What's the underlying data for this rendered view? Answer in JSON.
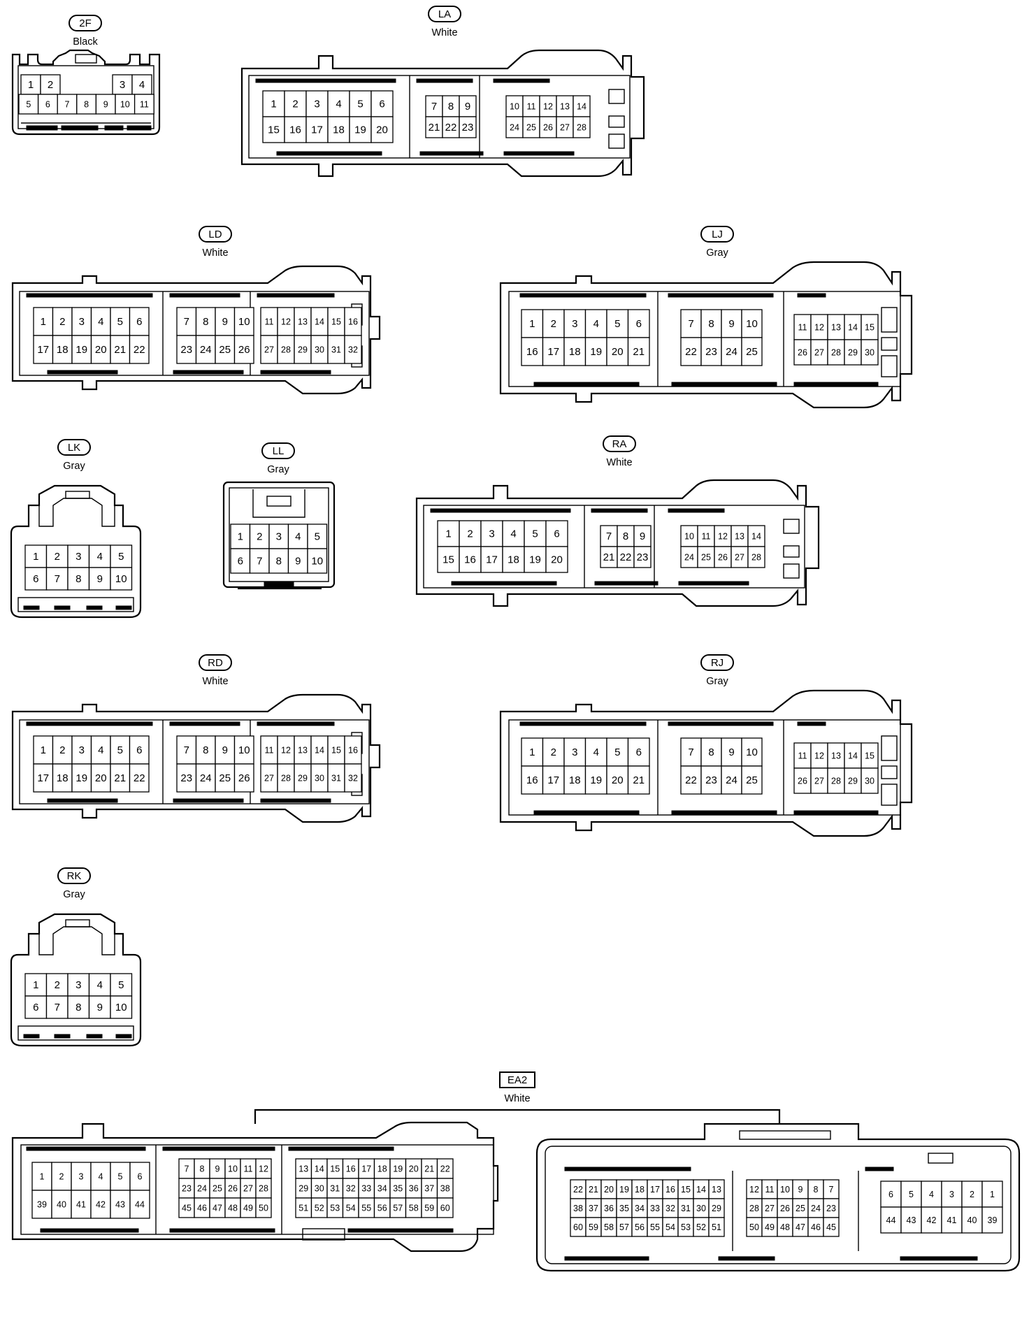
{
  "connectors": [
    {
      "id": "2F",
      "color": "Black",
      "rows": [
        [
          [
            "1",
            "2"
          ],
          [
            "3",
            "4"
          ]
        ],
        [
          [
            "5",
            "6",
            "7",
            "8",
            "9",
            "10",
            "11"
          ]
        ]
      ]
    },
    {
      "id": "LA",
      "color": "White",
      "groups": [
        [
          [
            "1",
            "2",
            "3",
            "4",
            "5",
            "6"
          ],
          [
            "15",
            "16",
            "17",
            "18",
            "19",
            "20"
          ]
        ],
        [
          [
            "7",
            "8",
            "9"
          ],
          [
            "21",
            "22",
            "23"
          ]
        ],
        [
          [
            "10",
            "11",
            "12",
            "13",
            "14"
          ],
          [
            "24",
            "25",
            "26",
            "27",
            "28"
          ]
        ]
      ]
    },
    {
      "id": "LD",
      "color": "White",
      "groups": [
        [
          [
            "1",
            "2",
            "3",
            "4",
            "5",
            "6"
          ],
          [
            "17",
            "18",
            "19",
            "20",
            "21",
            "22"
          ]
        ],
        [
          [
            "7",
            "8",
            "9",
            "10"
          ],
          [
            "23",
            "24",
            "25",
            "26"
          ]
        ],
        [
          [
            "11",
            "12",
            "13",
            "14",
            "15",
            "16"
          ],
          [
            "27",
            "28",
            "29",
            "30",
            "31",
            "32"
          ]
        ]
      ]
    },
    {
      "id": "LJ",
      "color": "Gray",
      "groups": [
        [
          [
            "1",
            "2",
            "3",
            "4",
            "5",
            "6"
          ],
          [
            "16",
            "17",
            "18",
            "19",
            "20",
            "21"
          ]
        ],
        [
          [
            "7",
            "8",
            "9",
            "10"
          ],
          [
            "22",
            "23",
            "24",
            "25"
          ]
        ],
        [
          [
            "11",
            "12",
            "13",
            "14",
            "15"
          ],
          [
            "26",
            "27",
            "28",
            "29",
            "30"
          ]
        ]
      ]
    },
    {
      "id": "LK",
      "color": "Gray",
      "groups": [
        [
          [
            "1",
            "2",
            "3",
            "4",
            "5"
          ],
          [
            "6",
            "7",
            "8",
            "9",
            "10"
          ]
        ]
      ]
    },
    {
      "id": "LL",
      "color": "Gray",
      "groups": [
        [
          [
            "1",
            "2",
            "3",
            "4",
            "5"
          ],
          [
            "6",
            "7",
            "8",
            "9",
            "10"
          ]
        ]
      ]
    },
    {
      "id": "RA",
      "color": "White",
      "groups": [
        [
          [
            "1",
            "2",
            "3",
            "4",
            "5",
            "6"
          ],
          [
            "15",
            "16",
            "17",
            "18",
            "19",
            "20"
          ]
        ],
        [
          [
            "7",
            "8",
            "9"
          ],
          [
            "21",
            "22",
            "23"
          ]
        ],
        [
          [
            "10",
            "11",
            "12",
            "13",
            "14"
          ],
          [
            "24",
            "25",
            "26",
            "27",
            "28"
          ]
        ]
      ]
    },
    {
      "id": "RD",
      "color": "White",
      "groups": [
        [
          [
            "1",
            "2",
            "3",
            "4",
            "5",
            "6"
          ],
          [
            "17",
            "18",
            "19",
            "20",
            "21",
            "22"
          ]
        ],
        [
          [
            "7",
            "8",
            "9",
            "10"
          ],
          [
            "23",
            "24",
            "25",
            "26"
          ]
        ],
        [
          [
            "11",
            "12",
            "13",
            "14",
            "15",
            "16"
          ],
          [
            "27",
            "28",
            "29",
            "30",
            "31",
            "32"
          ]
        ]
      ]
    },
    {
      "id": "RJ",
      "color": "Gray",
      "groups": [
        [
          [
            "1",
            "2",
            "3",
            "4",
            "5",
            "6"
          ],
          [
            "16",
            "17",
            "18",
            "19",
            "20",
            "21"
          ]
        ],
        [
          [
            "7",
            "8",
            "9",
            "10"
          ],
          [
            "22",
            "23",
            "24",
            "25"
          ]
        ],
        [
          [
            "11",
            "12",
            "13",
            "14",
            "15"
          ],
          [
            "26",
            "27",
            "28",
            "29",
            "30"
          ]
        ]
      ]
    },
    {
      "id": "RK",
      "color": "Gray",
      "groups": [
        [
          [
            "1",
            "2",
            "3",
            "4",
            "5"
          ],
          [
            "6",
            "7",
            "8",
            "9",
            "10"
          ]
        ]
      ]
    },
    {
      "id": "EA2",
      "color": "White",
      "left_groups": [
        [
          [
            "1",
            "2",
            "3",
            "4",
            "5",
            "6"
          ],
          [
            "39",
            "40",
            "41",
            "42",
            "43",
            "44"
          ]
        ],
        [
          [
            "7",
            "8",
            "9",
            "10",
            "11",
            "12"
          ],
          [
            "23",
            "24",
            "25",
            "26",
            "27",
            "28"
          ],
          [
            "45",
            "46",
            "47",
            "48",
            "49",
            "50"
          ]
        ],
        [
          [
            "13",
            "14",
            "15",
            "16",
            "17",
            "18",
            "19",
            "20",
            "21",
            "22"
          ],
          [
            "29",
            "30",
            "31",
            "32",
            "33",
            "34",
            "35",
            "36",
            "37",
            "38"
          ],
          [
            "51",
            "52",
            "53",
            "54",
            "55",
            "56",
            "57",
            "58",
            "59",
            "60"
          ]
        ]
      ],
      "right_groups": [
        [
          [
            "22",
            "21",
            "20",
            "19",
            "18",
            "17",
            "16",
            "15",
            "14",
            "13"
          ],
          [
            "38",
            "37",
            "36",
            "35",
            "34",
            "33",
            "32",
            "31",
            "30",
            "29"
          ],
          [
            "60",
            "59",
            "58",
            "57",
            "56",
            "55",
            "54",
            "53",
            "52",
            "51"
          ]
        ],
        [
          [
            "12",
            "11",
            "10",
            "9",
            "8",
            "7"
          ],
          [
            "28",
            "27",
            "26",
            "25",
            "24",
            "23"
          ],
          [
            "50",
            "49",
            "48",
            "47",
            "46",
            "45"
          ]
        ],
        [
          [
            "6",
            "5",
            "4",
            "3",
            "2",
            "1"
          ],
          [
            "44",
            "43",
            "42",
            "41",
            "40",
            "39"
          ]
        ]
      ]
    }
  ]
}
